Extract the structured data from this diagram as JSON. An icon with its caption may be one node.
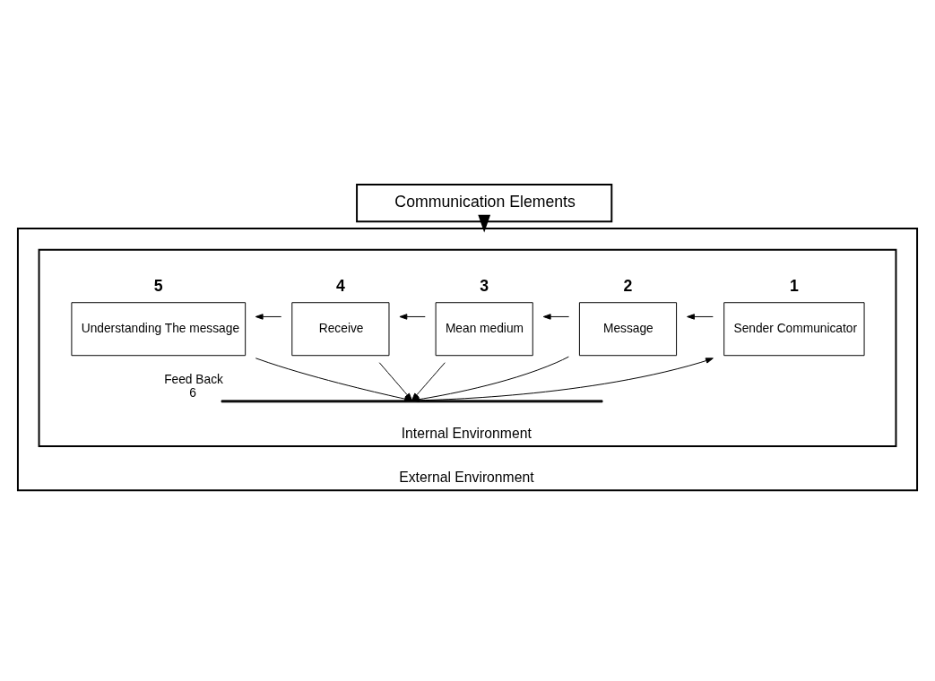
{
  "diagram": {
    "nodes": [
      {
        "text": [
          "Communication Elements"
        ]
      },
      {
        "text": [
          "External Environment"
        ]
      },
      {
        "text": [
          "Internal Environment"
        ],
        "in": 1
      },
      {
        "text": [
          "Sender Communicator"
        ],
        "beside": [
          "1"
        ],
        "in": 2
      },
      {
        "text": [
          "Message"
        ],
        "beside": [
          "2"
        ],
        "in": 2
      },
      {
        "text": [
          "Mean medium"
        ],
        "beside": [
          "3"
        ],
        "in": 2
      },
      {
        "text": [
          "Receive"
        ],
        "beside": [
          "4"
        ],
        "in": 2
      },
      {
        "text": [
          "Understanding The message"
        ],
        "beside": [
          "5"
        ],
        "in": 2
      },
      {
        "text": [],
        "shape": "bar",
        "beside": [
          "Feed Back",
          "6"
        ],
        "in": 2
      }
    ],
    "edges": [
      {
        "from": 0,
        "to": 1,
        "arrow": "to",
        "style": "thick"
      },
      {
        "from": 3,
        "to": 4,
        "arrow": "to"
      },
      {
        "from": 4,
        "to": 5,
        "arrow": "to"
      },
      {
        "from": 5,
        "to": 6,
        "arrow": "to"
      },
      {
        "from": 6,
        "to": 7,
        "arrow": "to"
      },
      {
        "from": 7,
        "to": 8,
        "arrow": "to"
      },
      {
        "from": 6,
        "to": 8,
        "arrow": "to"
      },
      {
        "from": 5,
        "to": 8,
        "arrow": "to"
      },
      {
        "from": 4,
        "to": 8,
        "arrow": "to"
      },
      {
        "from": 8,
        "to": 3,
        "arrow": "to"
      }
    ]
  }
}
